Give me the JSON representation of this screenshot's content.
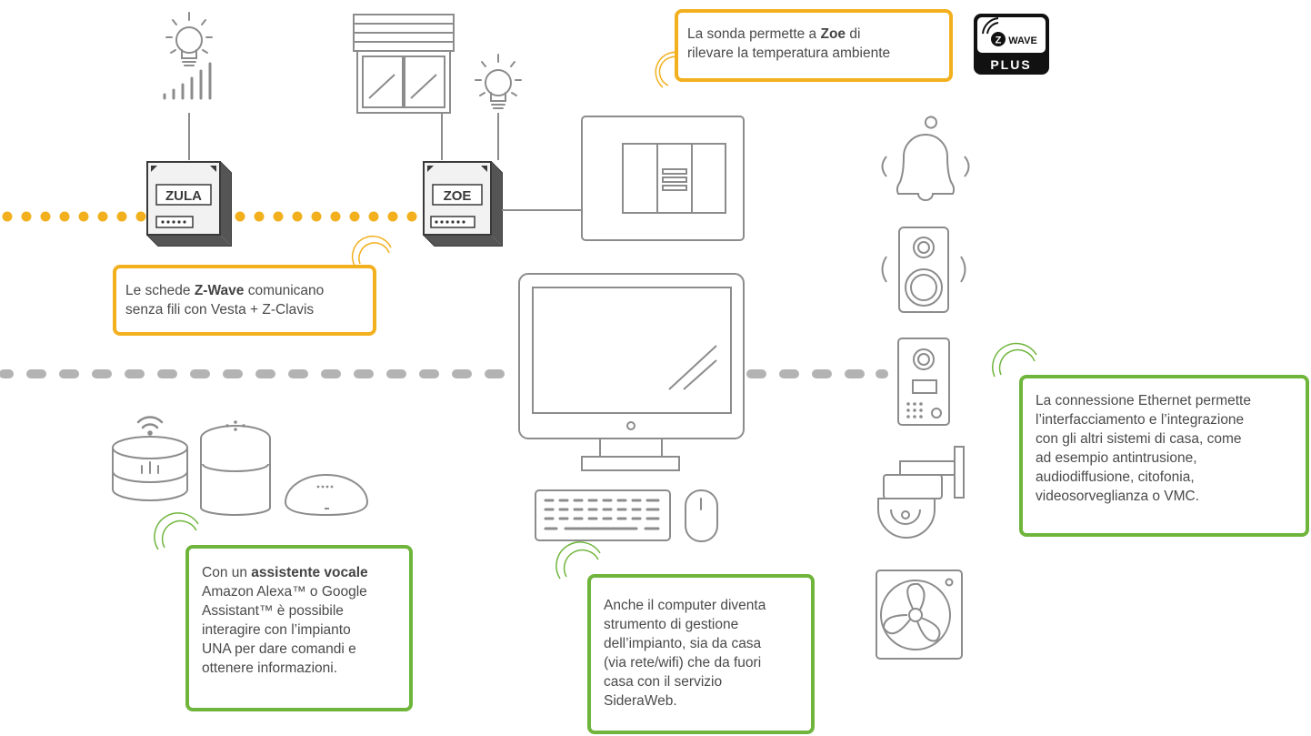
{
  "devices": {
    "zula_label": "ZULA",
    "zoe_label": "ZOE"
  },
  "logo": {
    "brand_top": "WAVE",
    "brand_bottom": "PLUS"
  },
  "callouts": {
    "probe": {
      "line1_prefix": "La sonda permette a ",
      "line1_bold": "Zoe",
      "line1_suffix": " di",
      "line2": "rilevare la temperatura ambiente"
    },
    "zwave": {
      "line1_prefix": "Le schede ",
      "line1_bold": "Z-Wave",
      "line1_suffix": " comunicano",
      "line2": "senza fili con Vesta + Z-Clavis"
    },
    "ethernet": {
      "lines": [
        "La connessione Ethernet permette",
        "l’interfacciamento e l’integrazione",
        "con gli altri sistemi di casa, come",
        "ad esempio antintrusione,",
        "audiodiffusione, citofonia,",
        "videosorveglianza o VMC."
      ]
    },
    "voice": {
      "line1_prefix": "Con un ",
      "line1_bold": "assistente vocale",
      "lines": [
        "Amazon Alexa™ o Google",
        "Assistant™ è possibile",
        "interagire con l’impianto",
        "UNA per dare comandi e",
        "ottenere informazioni."
      ]
    },
    "computer": {
      "lines": [
        "Anche il computer diventa",
        "strumento di gestione",
        "dell’impianto, sia da casa",
        "(via rete/wifi) che da fuori",
        "casa con il servizio",
        "SideraWeb."
      ]
    }
  },
  "colors": {
    "zwave_accent": "#F2B01E",
    "ethernet_accent": "#6FB53C",
    "icon_stroke": "#8c8c8c",
    "bus_line": "#b3b3b3"
  }
}
